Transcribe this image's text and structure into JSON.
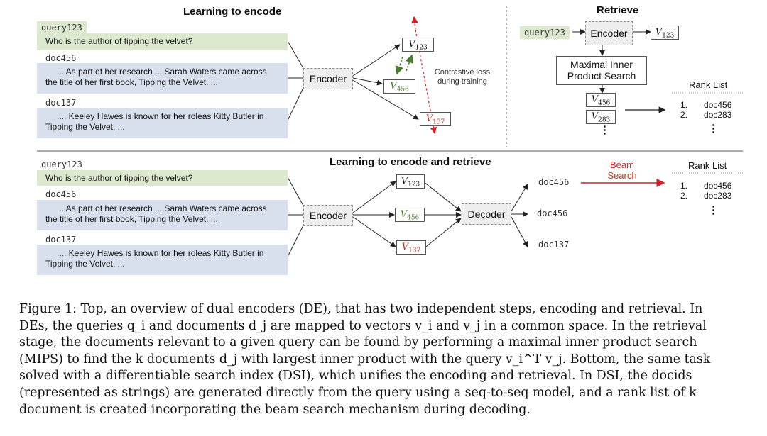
{
  "top_left": {
    "title": "Learning to encode",
    "query_id": "query123",
    "query_text": "Who is the author of tipping the velvet?",
    "doc1_id": "doc456",
    "doc1_line1": "... As part of her research ... Sarah Waters came across",
    "doc1_line2": "the title of her first book, Tipping the Velvet. ...",
    "doc2_id": "doc137",
    "doc2_line1": ".... Keeley Hawes is known for her roleas Kitty Butler in",
    "doc2_line2": "Tipping the Velvet, ...",
    "encoder": "Encoder",
    "vectors": [
      {
        "sym": "V",
        "sub": "123"
      },
      {
        "sym": "V",
        "sub": "456"
      },
      {
        "sym": "V",
        "sub": "137"
      }
    ],
    "loss_line1": "Contrastive loss",
    "loss_line2": "during training"
  },
  "top_right": {
    "title": "Retrieve",
    "query_id": "query123",
    "encoder": "Encoder",
    "vector": {
      "sym": "V",
      "sub": "123"
    },
    "mips_line1": "Maximal Inner",
    "mips_line2": "Product Search",
    "vectors": [
      {
        "sym": "V",
        "sub": "456"
      },
      {
        "sym": "V",
        "sub": "283"
      }
    ],
    "dots": "⋮",
    "rank_header": "Rank List",
    "rank_items": [
      {
        "num": "1.",
        "doc": "doc456"
      },
      {
        "num": "2.",
        "doc": "doc283"
      }
    ],
    "rank_dots": "⋮"
  },
  "bottom": {
    "title": "Learning to encode and retrieve",
    "query_id": "query123",
    "query_text": "Who is the author of tipping the velvet?",
    "doc1_id": "doc456",
    "doc1_line1": "... As part of her research ... Sarah Waters came across",
    "doc1_line2": "the title of her first book, Tipping the Velvet. ...",
    "doc2_id": "doc137",
    "doc2_line1": ".... Keeley Hawes is known for her roleas Kitty Butler in",
    "doc2_line2": "Tipping the Velvet, ...",
    "encoder": "Encoder",
    "decoder": "Decoder",
    "vectors": [
      {
        "sym": "V",
        "sub": "123"
      },
      {
        "sym": "V",
        "sub": "456"
      },
      {
        "sym": "V",
        "sub": "137"
      }
    ],
    "outputs": [
      "doc456",
      "doc456",
      "doc137"
    ],
    "beam_line1": "Beam",
    "beam_line2": "Search",
    "rank_header": "Rank List",
    "rank_items": [
      {
        "num": "1.",
        "doc": "doc456"
      },
      {
        "num": "2.",
        "doc": "doc283"
      }
    ],
    "rank_dots": "⋮"
  },
  "caption": {
    "lines": [
      "Figure 1: Top, an overview of dual encoders (DE), that has two independent steps, encoding and retrieval. In",
      "DEs, the queries q_i and documents d_j are mapped to vectors v_i and v_j in a common space. In the retrieval",
      "stage, the documents relevant to a given query can be found by performing a maximal inner product search",
      "(MIPS) to find the k documents d_j with largest inner product with the query v_i^T v_j. Bottom, the same task",
      "solved with a differentiable search index (DSI), which unifies the encoding and retrieval. In DSI, the docids",
      "(represented as strings) are generated directly from the query using a seq-to-seq model, and a rank list of k",
      "document is created incorporating the beam search mechanism during decoding."
    ]
  },
  "colors": {
    "query_bg": "#dde9cf",
    "doc_bg": "#d8e0ee",
    "positive_green": "#4a7a2c",
    "negative_red": "#c0392b"
  }
}
